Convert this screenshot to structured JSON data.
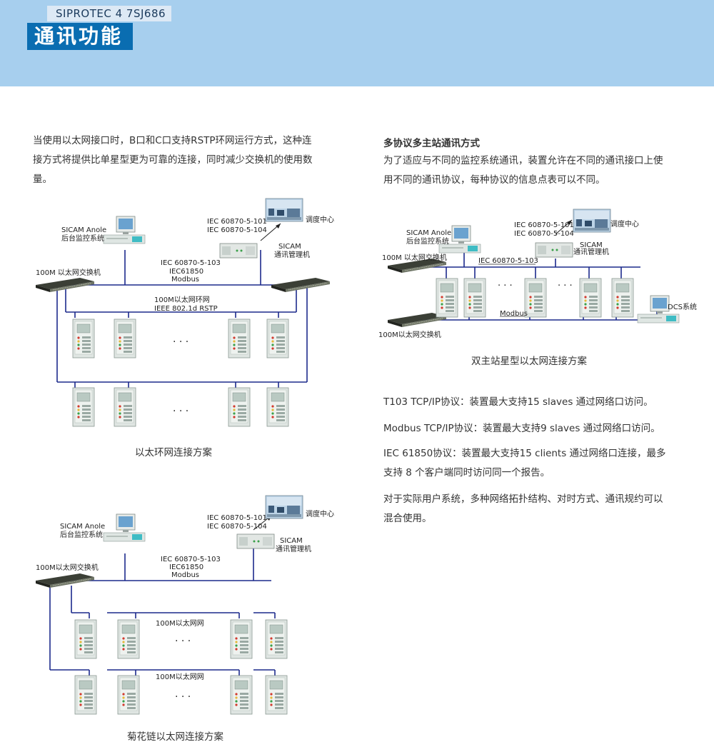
{
  "header": {
    "product": "SIPROTEC 4   7SJ686",
    "section_title": "通讯功能"
  },
  "left": {
    "intro_lines": [
      "当使用以太网接口时，B口和C口支持RSTP环网运行方式，这种连",
      "接方式将提供比单星型更为可靠的连接，同时减少交换机的使用数",
      "量。"
    ],
    "ring": {
      "caption": "以太环网连接方案",
      "sicam_anole": "SICAM Anole",
      "monitor_system": "后台监控系统",
      "switch_label": "100M 以太网交换机",
      "iec101": "IEC 60870-5-101",
      "iec104": "IEC 60870-5-104",
      "dispatch": "调度中心",
      "sicam": "SICAM",
      "comm_manager": "通讯管理机",
      "iec103": "IEC 60870-5-103",
      "iec61850": "IEC61850",
      "modbus": "Modbus",
      "ring_label": "100M以太网环网",
      "rstp": "IEEE 802.1d RSTP",
      "ellipsis": "· · ·"
    },
    "daisy": {
      "caption": "菊花链以太网连接方案",
      "sicam_anole": "SICAM Anole",
      "monitor_system": "后台监控系统",
      "switch_label": "100M以太网交换机",
      "iec101": "IEC 60870-5-101",
      "iec104": "IEC 60870-5-104",
      "dispatch": "调度中心",
      "sicam": "SICAM",
      "comm_manager": "通讯管理机",
      "iec103": "IEC 60870-5-103",
      "iec61850": "IEC61850",
      "modbus": "Modbus",
      "net_label_1": "100M以太网网",
      "net_label_2": "100M以太网网",
      "ellipsis": "· · ·"
    }
  },
  "right": {
    "heading": "多协议多主站通讯方式",
    "intro_lines": [
      "为了适应与不同的监控系统通讯，装置允许在不同的通讯接口上使",
      "用不同的通讯协议，每种协议的信息点表可以不同。"
    ],
    "star": {
      "caption": "双主站星型以太网连接方案",
      "sicam_anole": "SICAM Anole",
      "monitor_system": "后台监控系统",
      "switch_label_top": "100M 以太网交换机",
      "switch_label_bottom": "100M以太网交换机",
      "iec101": "IEC 60870-5-101",
      "iec104": "IEC 60870-5-104",
      "dispatch": "调度中心",
      "sicam": "SICAM",
      "comm_manager": "通讯管理机",
      "iec103": "IEC 60870-5-103",
      "modbus": "Modbus",
      "dcs": "DCS系统",
      "ellipsis": "· · ·"
    },
    "protocol_lines": [
      "T103 TCP/IP协议：装置最大支持15 slaves 通过网络口访问。",
      "Modbus TCP/IP协议：装置最大支持9 slaves 通过网络口访问。",
      "IEC 61850协议：装置最大支持15 clients 通过网络口连接，最多",
      "支持 8 个客户端同时访问同一个报告。",
      "对于实际用户系统，多种网络拓扑结构、对时方式、通讯规约可以",
      "混合使用。"
    ]
  },
  "colors": {
    "banner": "#a7cfee",
    "title_box": "#0a6db1",
    "network_line": "#1c2a8c"
  }
}
